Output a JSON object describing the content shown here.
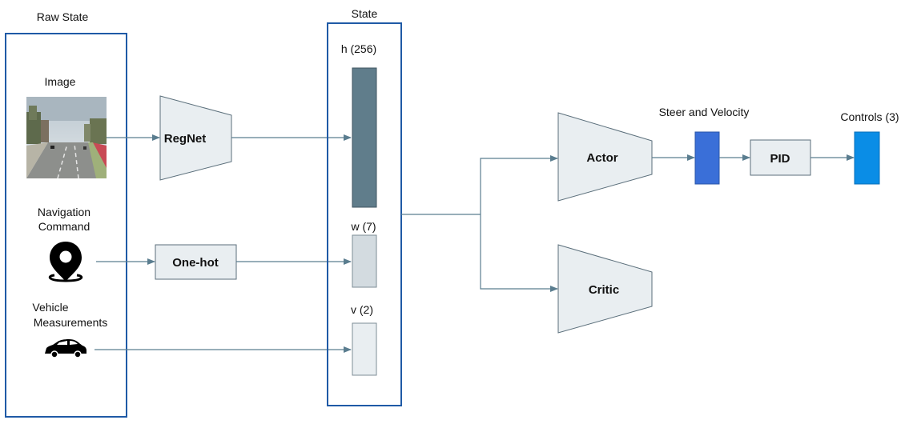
{
  "raw_state": {
    "title": "Raw State",
    "image_label": "Image",
    "nav_label_line1": "Navigation",
    "nav_label_line2": "Command",
    "veh_label_line1": "Vehicle",
    "veh_label_line2": "Measurements"
  },
  "state": {
    "title": "State",
    "h_label": "h (256)",
    "w_label": "w (7)",
    "v_label": "v (2)"
  },
  "blocks": {
    "regnet": "RegNet",
    "onehot": "One-hot",
    "actor": "Actor",
    "critic": "Critic",
    "pid": "PID"
  },
  "outputs": {
    "steer_label": "Steer and Velocity",
    "controls_label": "Controls (3)"
  },
  "colors": {
    "outline": "#1f5aa6",
    "h_bar": "#607d8b",
    "w_bar": "#d3dbe0",
    "v_bar": "#e9eef1",
    "steer_bar": "#3a6fd8",
    "controls_bar": "#0a8de6",
    "arrow": "#5a7d8f"
  },
  "icons": {
    "image": "road-scene-image",
    "navigation": "map-pin-icon",
    "vehicle": "car-icon"
  }
}
